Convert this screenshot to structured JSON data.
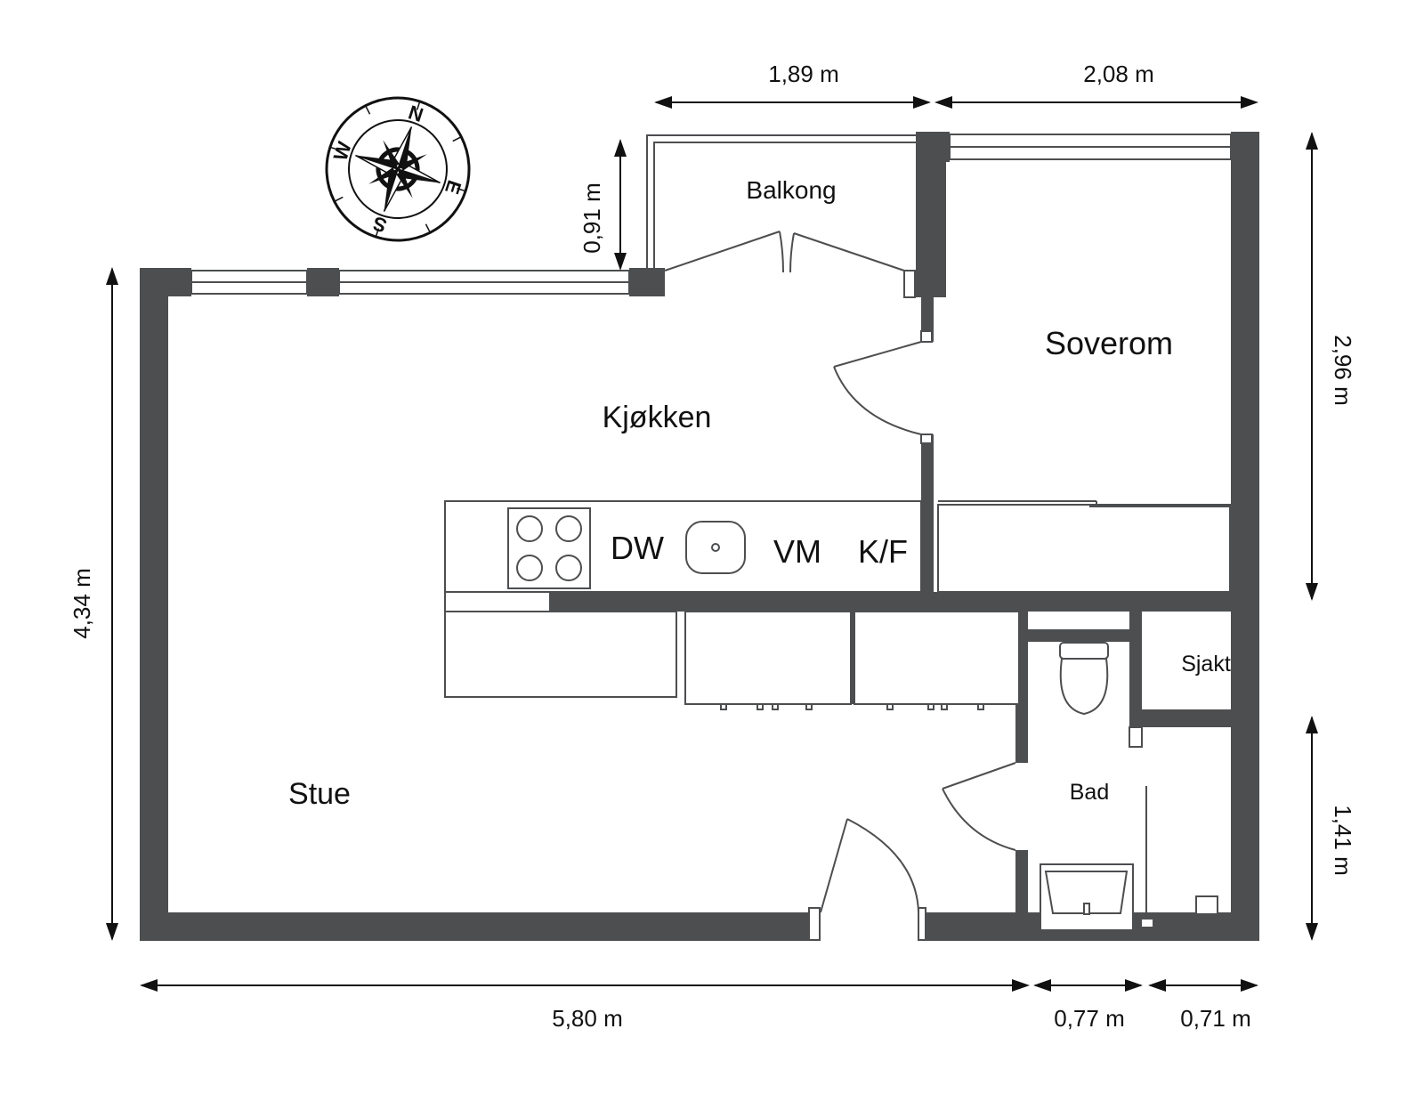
{
  "rooms": {
    "balkong": "Balkong",
    "soverom": "Soverom",
    "kjokken": "Kjøkken",
    "stue": "Stue",
    "bad": "Bad",
    "sjakt": "Sjakt"
  },
  "appliances": {
    "dishwasher": "DW",
    "washer": "VM",
    "fridge_freezer": "K/F"
  },
  "dimensions": {
    "top_balcony_width": "1,89 m",
    "top_bedroom_width": "2,08 m",
    "balcony_depth": "0,91 m",
    "bedroom_depth": "2,96 m",
    "overall_depth": "4,34 m",
    "bath_depth": "1,41 m",
    "bottom_main_width": "5,80 m",
    "bottom_bath_width": "0,77 m",
    "bottom_shaft_width": "0,71 m"
  },
  "compass": {
    "n": "N",
    "e": "E",
    "s": "S",
    "w": "W"
  },
  "colors": {
    "wall": "#4d4e50",
    "background": "#ffffff",
    "text": "#111111"
  }
}
